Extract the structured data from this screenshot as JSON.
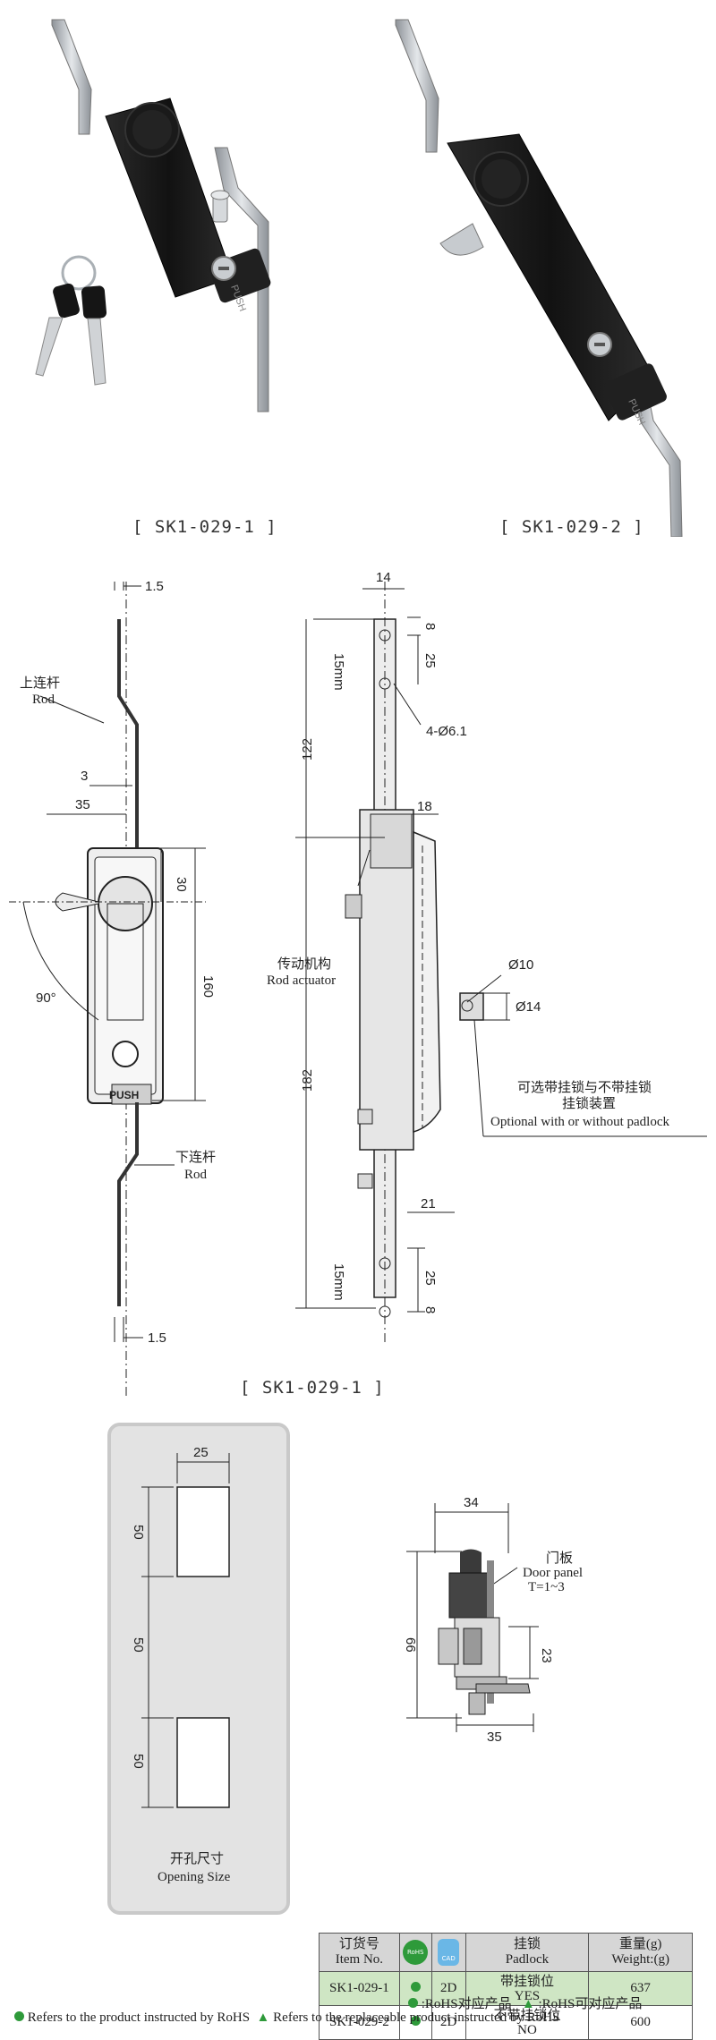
{
  "products": {
    "left_caption": "[ SK1-029-1 ]",
    "right_caption": "[ SK1-029-2 ]"
  },
  "drawing": {
    "left_view": {
      "dim_top": "1.5",
      "dim_bottom": "1.5",
      "rod_top_cn": "上连杆",
      "rod_top_en": "Rod",
      "dim_3": "3",
      "dim_35": "35",
      "dim_30": "30",
      "dim_160": "160",
      "angle": "90°",
      "rod_bottom_cn": "下连杆",
      "rod_bottom_en": "Rod",
      "push": "PUSH"
    },
    "right_view": {
      "dim_14": "14",
      "dim_8_top": "8",
      "dim_25_top": "25",
      "dim_15mm_top": "15mm",
      "holes": "4-Ø6.1",
      "dim_122": "122",
      "dim_18": "18",
      "actuator_cn": "传动机构",
      "actuator_en": "Rod actuator",
      "dim_phi10": "Ø10",
      "dim_phi14": "Ø14",
      "padlock_cn_1": "可选带挂锁与不带挂锁",
      "padlock_cn_2": "挂锁装置",
      "padlock_en": "Optional with or without padlock",
      "dim_182": "182",
      "dim_21": "21",
      "dim_15mm_bottom": "15mm",
      "dim_25_bottom": "25",
      "dim_8_bottom": "8"
    },
    "caption": "[ SK1-029-1 ]"
  },
  "opening": {
    "dim_25": "25",
    "dim_50_a": "50",
    "dim_50_b": "50",
    "dim_50_c": "50",
    "title_cn": "开孔尺寸",
    "title_en": "Opening Size"
  },
  "side_view": {
    "dim_34": "34",
    "dim_66": "66",
    "door_cn": "门板",
    "door_en": "Door panel",
    "door_t": "T=1~3",
    "dim_23": "23",
    "dim_35": "35"
  },
  "spec_table": {
    "headers": {
      "item_cn": "订货号",
      "item_en": "Item No.",
      "rohs_icon_text": "RoHS",
      "cad_icon_text": "CAD",
      "padlock_cn": "挂锁",
      "padlock_en": "Padlock",
      "weight_cn": "重量(g)",
      "weight_en": "Weight:(g)"
    },
    "rows": [
      {
        "item": "SK1-029-1",
        "cad": "2D",
        "padlock_cn": "带挂锁位",
        "padlock_en": "YES",
        "weight": "637"
      },
      {
        "item": "SK1-029-2",
        "cad": "2D",
        "padlock_cn": "不带挂锁位",
        "padlock_en": "NO",
        "weight": "600"
      }
    ]
  },
  "legend": {
    "rohs_cn": ":RoHS对应产品",
    "replaceable_cn": ":RoHS可对应产品",
    "rohs_en": "Refers to the product instructed by RoHS",
    "replaceable_en": "Refers to the replaceable product instructed by RoHS"
  },
  "colors": {
    "green": "#2e9a3a",
    "highlight_row": "#cfe6c4",
    "header_bg": "#d6d6d6",
    "panel_bg": "#e3e3e3",
    "lock_body": "#1d1d1d",
    "metal": "#b9bdc2"
  }
}
